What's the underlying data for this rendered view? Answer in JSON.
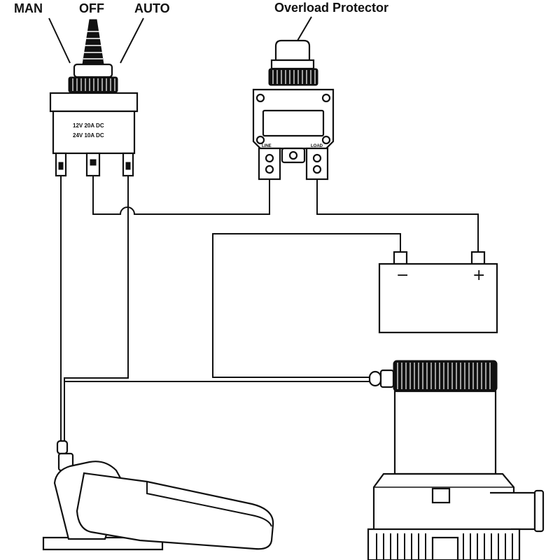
{
  "switch_labels": {
    "man": "MAN",
    "off": "OFF",
    "auto": "AUTO",
    "rating_line_1": "12V  20A  DC",
    "rating_line_2": "24V  10A  DC"
  },
  "protector": {
    "label": "Overload Protector",
    "terminal_line": "LINE",
    "terminal_load": "LOAD"
  },
  "battery": {
    "negative": "−",
    "positive": "+"
  },
  "colors": {
    "line": "#111111",
    "background": "#ffffff"
  }
}
